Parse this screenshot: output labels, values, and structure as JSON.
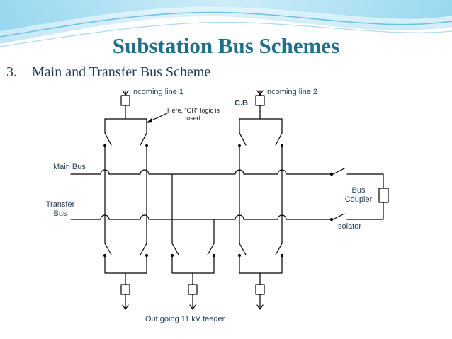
{
  "slide": {
    "title": "Substation Bus Schemes",
    "subtitle_number": "3.",
    "subtitle_text": "Main and Transfer Bus Scheme"
  },
  "labels": {
    "incoming_line_1": "Incoming line 1",
    "incoming_line_2": "Incoming line 2",
    "cb": "C.B",
    "or_note_line1": "Here, “OR” logic is",
    "or_note_line2": "used",
    "main_bus": "Main Bus",
    "transfer_bus_line1": "Transfer",
    "transfer_bus_line2": "Bus",
    "bus_coupler_line1": "Bus",
    "bus_coupler_line2": "Coupler",
    "isolator": "Isolator",
    "outgoing_feeder": "Out going 11 kV feeder"
  },
  "colors": {
    "title": "#1f6f8b",
    "subtitle": "#1f3c5a",
    "label": "#1f3c5a",
    "lines": "#000000",
    "banner_light": "#d7eff8",
    "banner_dark": "#7fc9e6"
  }
}
